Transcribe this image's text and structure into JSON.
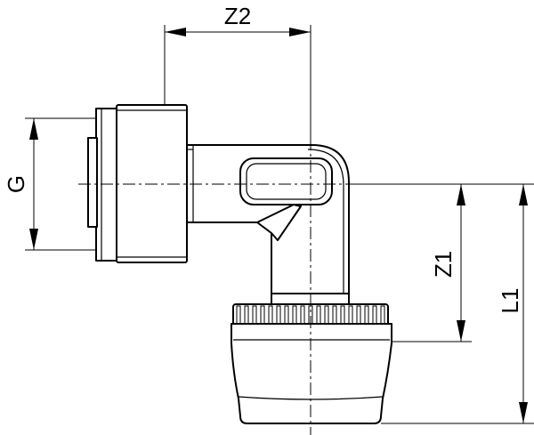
{
  "dimensions": {
    "z2": "Z2",
    "g": "G",
    "z1": "Z1",
    "l1": "L1"
  }
}
